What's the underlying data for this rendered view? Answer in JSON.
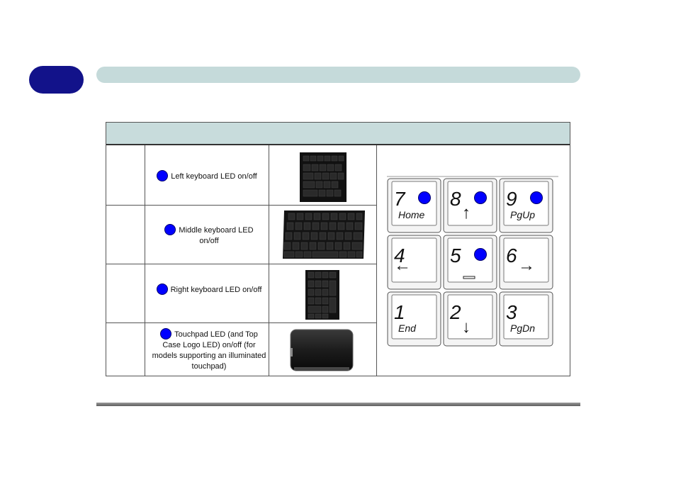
{
  "table": {
    "rows": [
      {
        "icon": "keyboard-left-image",
        "description": "Left keyboard LED on/off"
      },
      {
        "icon": "keyboard-middle-image",
        "description": "Middle keyboard LED on/off"
      },
      {
        "icon": "keyboard-right-image",
        "description": "Right keyboard LED on/off"
      },
      {
        "icon": "touchpad-image",
        "description": "Touchpad LED (and Top Case Logo LED) on/off (for models supporting an illuminated touchpad)"
      }
    ]
  },
  "keypad": {
    "keys": [
      {
        "num": "7",
        "sub": "Home",
        "led": true
      },
      {
        "num": "8",
        "sub": "↑",
        "led": true
      },
      {
        "num": "9",
        "sub": "PgUp",
        "led": true
      },
      {
        "num": "4",
        "sub": "←",
        "led": false
      },
      {
        "num": "5",
        "sub": "_",
        "led": true
      },
      {
        "num": "6",
        "sub": "→",
        "led": false
      },
      {
        "num": "1",
        "sub": "End",
        "led": false
      },
      {
        "num": "2",
        "sub": "↓",
        "led": false
      },
      {
        "num": "3",
        "sub": "PgDn",
        "led": false
      }
    ]
  },
  "colors": {
    "led": "#0000ff",
    "chapter_tab": "#12128a",
    "header_bar": "#c5dada",
    "table_head": "#c8dcdc"
  }
}
